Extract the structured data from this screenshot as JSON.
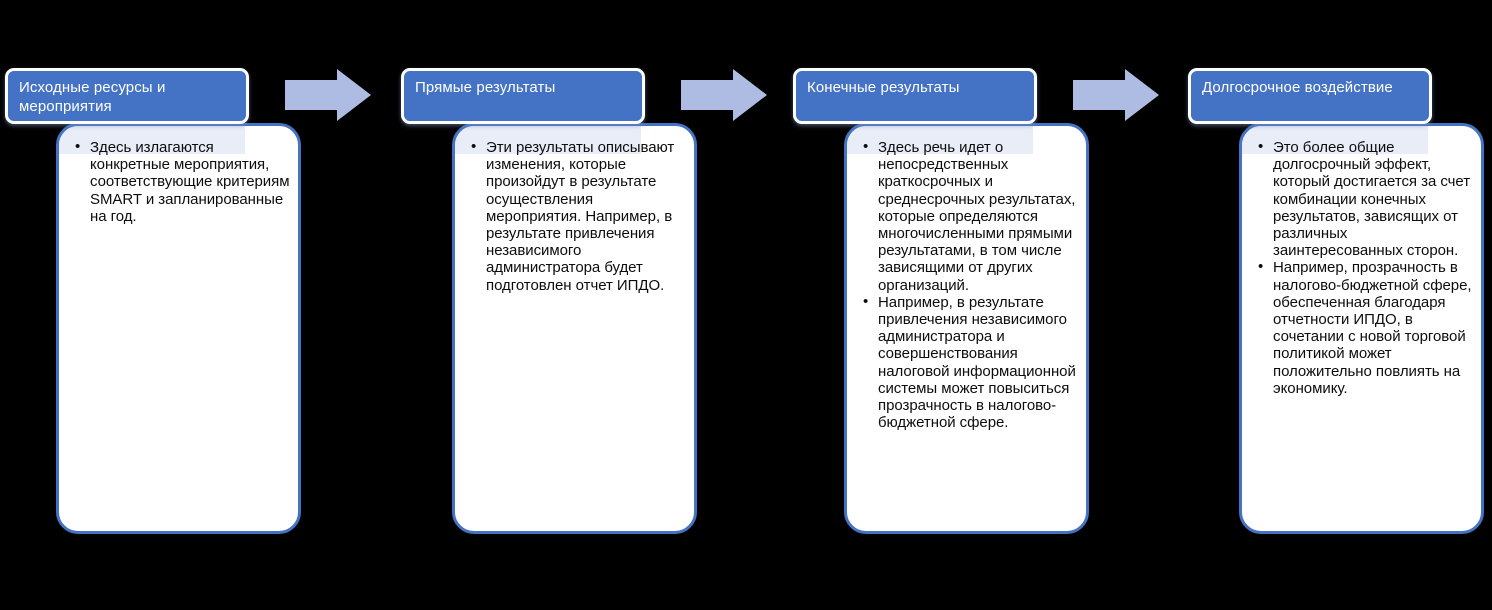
{
  "diagram": {
    "title": "Results chain: inputs, outputs, outcomes, impact",
    "accent_color": "#4472C4",
    "arrow_color": "#AEBCE4",
    "card_background": "#FFFFFF",
    "header_text_color": "#FFFFFF",
    "body_text_color": "#0D0D0D",
    "page_background": "#000000"
  },
  "columns": [
    {
      "id": "inputs-activities",
      "header": "Исходные ресурсы и мероприятия",
      "bullets": [
        "Здесь излагаются конкретные мероприятия, соответствующие критериям SMART и запланированные на год."
      ]
    },
    {
      "id": "outputs",
      "header": "Прямые результаты",
      "bullets": [
        "Эти результаты описывают изменения, которые произойдут в результате осуществления мероприятия. Например, в результате привлечения независимого администратора будет подготовлен отчет ИПДО."
      ]
    },
    {
      "id": "outcomes",
      "header": "Конечные результаты",
      "bullets": [
        "Здесь речь идет о непосредственных краткосрочных и среднесрочных результатах, которые определяются многочисленными прямыми результатами, в том числе зависящими от других организаций.",
        "Например, в результате привлечения независимого администратора и совершенствования налоговой информационной системы может повыситься прозрачность в налогово-бюджетной сфере."
      ]
    },
    {
      "id": "impact",
      "header": "Долгосрочное воздействие",
      "bullets": [
        "Это более общие долгосрочный эффект, который достигается за счет комбинации конечных результатов, зависящих от различных заинтересованных сторон.",
        "Например, прозрачность в налогово-бюджетной сфере, обеспеченная благодаря отчетности ИПДО, в сочетании с новой торговой политикой может положительно повлиять на экономику."
      ]
    }
  ],
  "arrows": [
    {
      "id": "arrow-1",
      "from": "inputs-activities",
      "to": "outputs"
    },
    {
      "id": "arrow-2",
      "from": "outputs",
      "to": "outcomes"
    },
    {
      "id": "arrow-3",
      "from": "outcomes",
      "to": "impact"
    }
  ]
}
